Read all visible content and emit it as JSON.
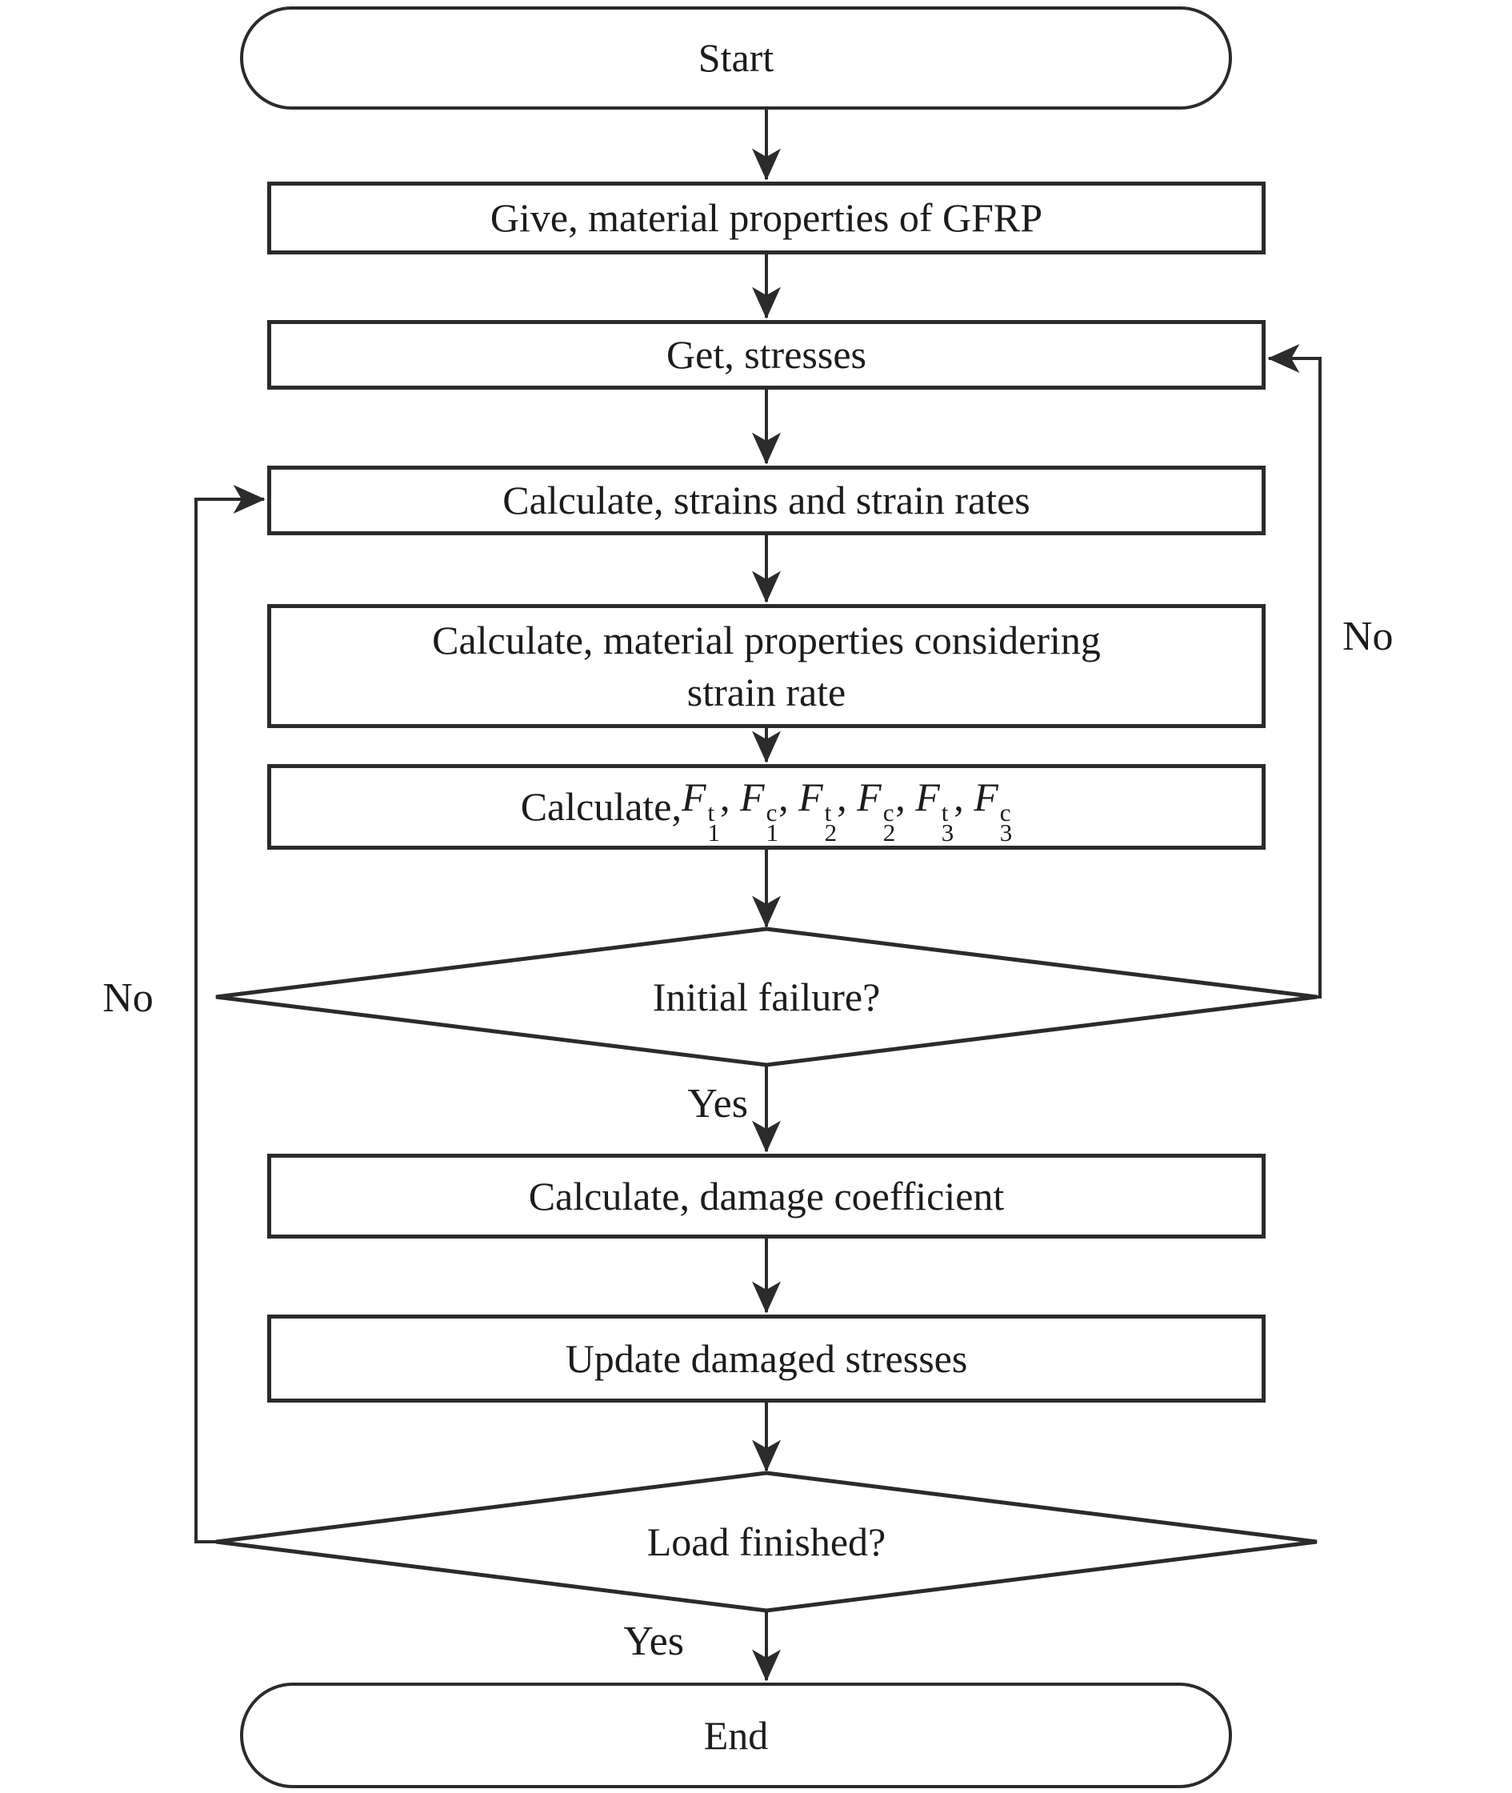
{
  "figure": {
    "background": "#ffffff",
    "line_color": "#2b2b2b",
    "text_color": "#1c1c1c",
    "type": "flowchart"
  },
  "nodes": {
    "start": {
      "type": "terminator",
      "label": "Start"
    },
    "give_properties": {
      "type": "process",
      "label": "Give, material properties of GFRP"
    },
    "get_stresses": {
      "type": "process",
      "label": "Get, stresses"
    },
    "calc_strains": {
      "type": "process",
      "label": "Calculate, strains and strain rates"
    },
    "calc_material_props": {
      "type": "process",
      "label": "Calculate, material properties considering\nstrain rate"
    },
    "calc_failure_criteria": {
      "type": "process",
      "prefix": "Calculate, ",
      "terms": [
        {
          "base": "F",
          "sup": "t",
          "sub": "1"
        },
        {
          "base": "F",
          "sup": "c",
          "sub": "1"
        },
        {
          "base": "F",
          "sup": "t",
          "sub": "2"
        },
        {
          "base": "F",
          "sup": "c",
          "sub": "2"
        },
        {
          "base": "F",
          "sup": "t",
          "sub": "3"
        },
        {
          "base": "F",
          "sup": "c",
          "sub": "3"
        }
      ]
    },
    "initial_failure": {
      "type": "decision",
      "label": "Initial failure?"
    },
    "calc_damage": {
      "type": "process",
      "label": "Calculate, damage coefficient"
    },
    "update_stresses": {
      "type": "process",
      "label": "Update damaged stresses"
    },
    "load_finished": {
      "type": "decision",
      "label": "Load finished?"
    },
    "end": {
      "type": "terminator",
      "label": "End"
    }
  },
  "edge_labels": {
    "initial_failure_yes": "Yes",
    "initial_failure_no": "No",
    "load_finished_yes": "Yes",
    "load_finished_no": "No"
  }
}
